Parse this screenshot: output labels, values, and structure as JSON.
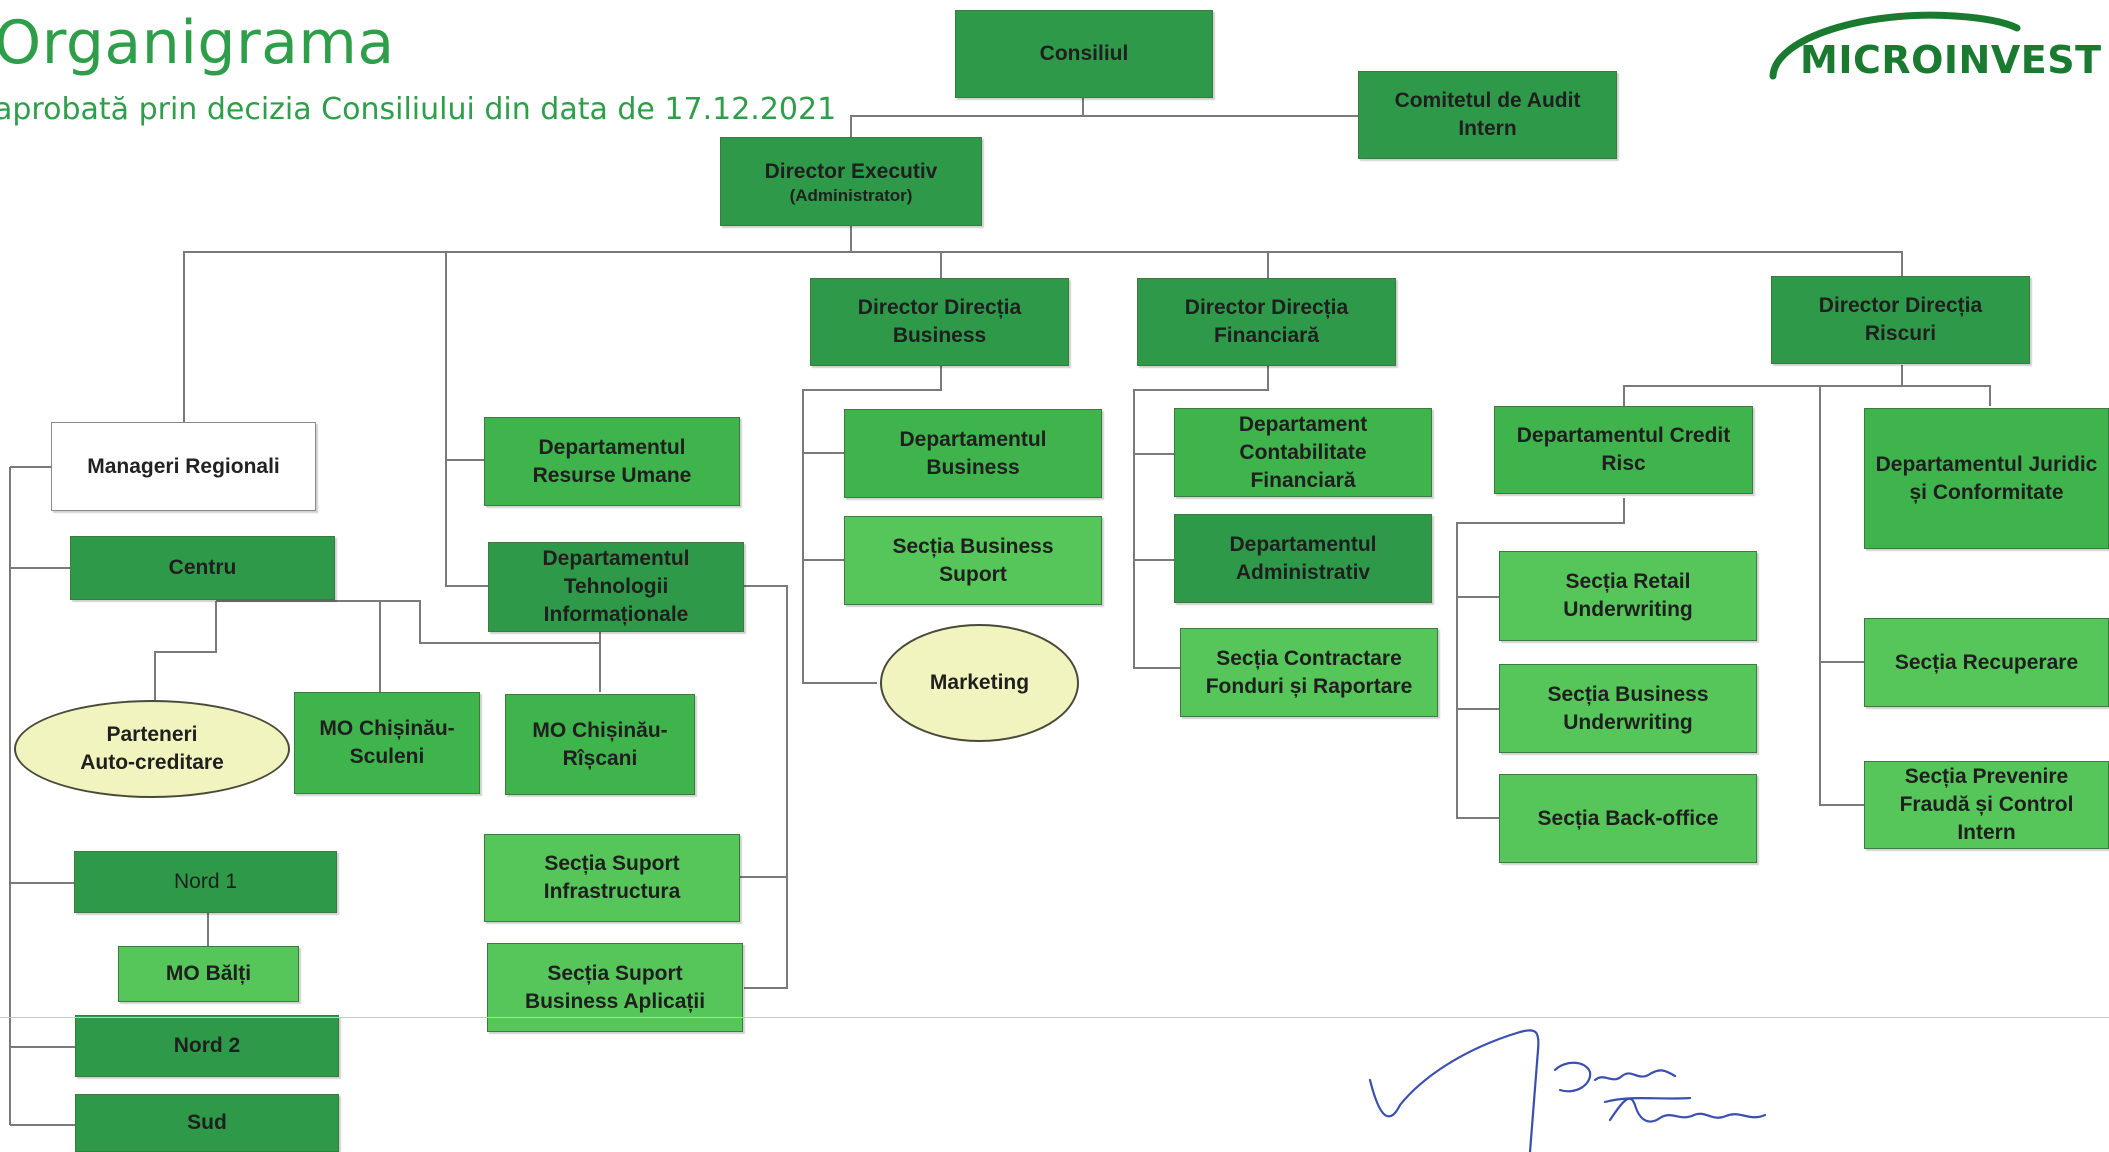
{
  "header": {
    "title": "Organigrama",
    "subtitle": "aprobată prin decizia Consiliului din data de 17.12.2021"
  },
  "logo": {
    "text": "MICROINVEST",
    "color": "#1a7a30"
  },
  "colors": {
    "dark_green": "#2e9a49",
    "mid_green": "#3fb34c",
    "light_green": "#56c55a",
    "oval_fill": "#f2f4bf"
  },
  "top": {
    "council": "Consiliul",
    "audit": "Comitetul de Audit\nIntern",
    "exec_title": "Director Executiv",
    "exec_sub": "(Administrator)"
  },
  "directors": {
    "business": "Director Direcția\nBusiness",
    "finance": "Director Direcția\nFinanciară",
    "risk": "Director Direcția\nRiscuri"
  },
  "regional": {
    "managers": "Manageri Regionali",
    "centru": "Centru",
    "partners": "Parteneri\nAuto-creditare",
    "mo_sculeni": "MO Chișinău-\nSculeni",
    "mo_riscani": "MO Chișinău-\nRîșcani",
    "nord1": "Nord 1",
    "mo_balti": "MO Bălți",
    "nord2": "Nord 2",
    "sud": "Sud"
  },
  "support": {
    "hr": "Departamentul\nResurse Umane",
    "it": "Departamentul\nTehnologii\nInformaționale",
    "infra": "Secția Suport\nInfrastructura",
    "apps": "Secția Suport\nBusiness Aplicații"
  },
  "business": {
    "dept": "Departamentul\nBusiness",
    "support": "Secția Business\nSuport",
    "marketing": "Marketing"
  },
  "finance": {
    "accounting": "Departament\nContabilitate\nFinanciară",
    "admin": "Departamentul\nAdministrativ",
    "funds": "Secția Contractare\nFonduri și Raportare"
  },
  "risk": {
    "credit": "Departamentul Credit\nRisc",
    "retail": "Secția Retail\nUnderwriting",
    "bus_uw": "Secția Business\nUnderwriting",
    "backoffice": "Secția Back-office",
    "legal": "Departamentul Juridic\nși Conformitate",
    "recovery": "Secția Recuperare",
    "fraud": "Secția Prevenire\nFraudă și Control\nIntern"
  }
}
